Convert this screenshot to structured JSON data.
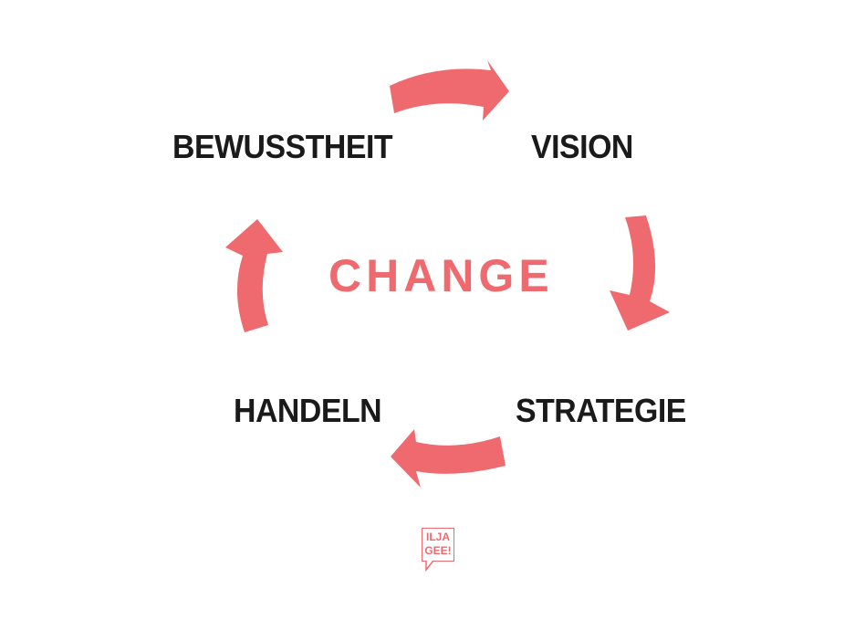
{
  "diagram": {
    "center": "CHANGE",
    "stages": {
      "bewusstheit": "BEWUSSTHEIT",
      "vision": "VISION",
      "strategie": "STRATEGIE",
      "handeln": "HANDELN"
    }
  },
  "logo": {
    "line1": "ILJA",
    "line2": "GEE!"
  },
  "colors": {
    "accent": "#ef6a6e",
    "text": "#1a1a1a",
    "background": "#ffffff"
  },
  "icons": [
    "arrow-top-icon",
    "arrow-right-icon",
    "arrow-bottom-icon",
    "arrow-left-icon",
    "speech-bubble-logo-icon"
  ]
}
